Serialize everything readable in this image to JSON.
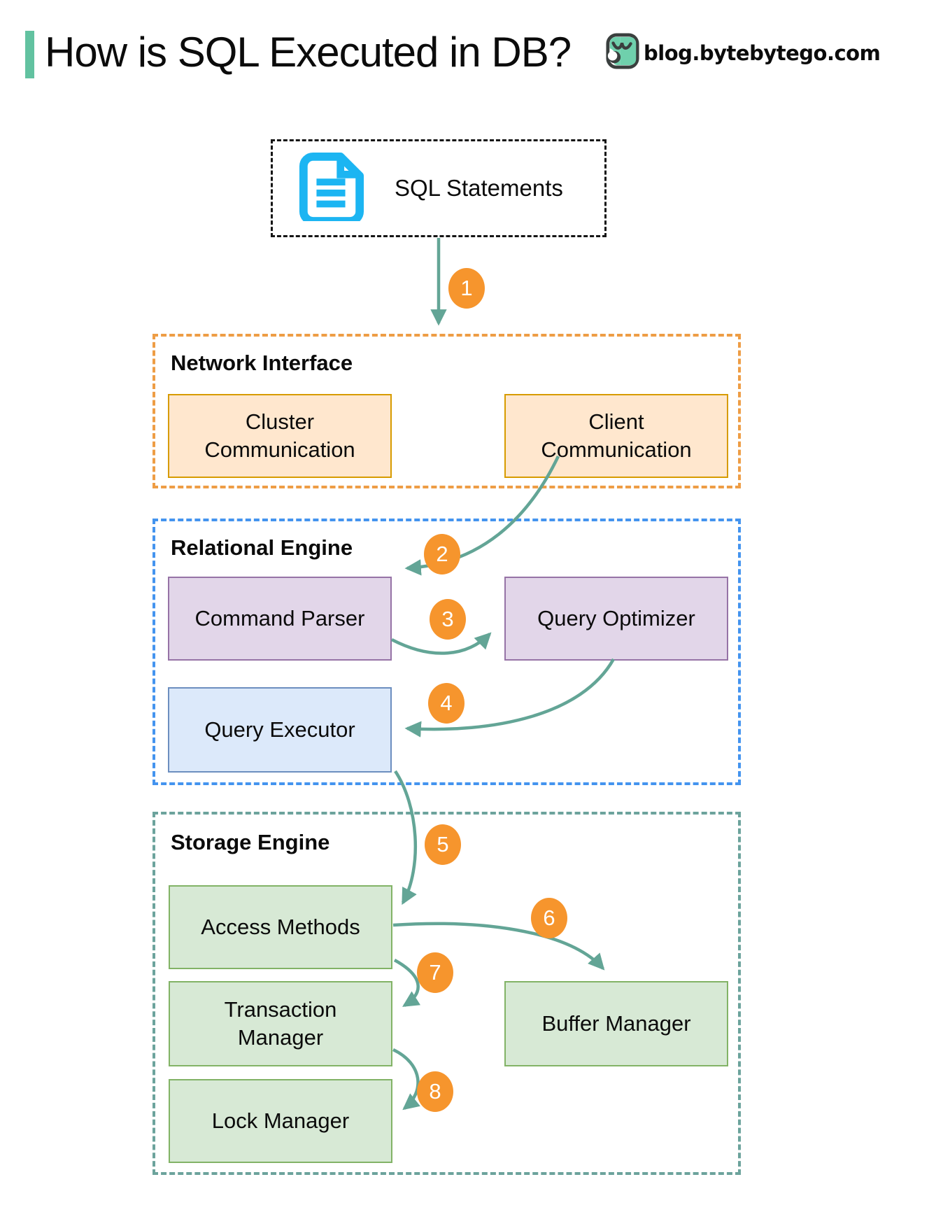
{
  "header": {
    "title": "How is SQL Executed in DB?",
    "site": "blog.bytebytego.com"
  },
  "sql_box": {
    "label": "SQL Statements"
  },
  "sections": {
    "network": {
      "title": "Network Interface",
      "boxes": {
        "cluster": "Cluster Communication",
        "client": "Client Communication"
      }
    },
    "relational": {
      "title": "Relational Engine",
      "boxes": {
        "parser": "Command Parser",
        "optimizer": "Query Optimizer",
        "executor": "Query Executor"
      }
    },
    "storage": {
      "title": "Storage Engine",
      "boxes": {
        "access": "Access Methods",
        "transaction": "Transaction Manager",
        "lock": "Lock Manager",
        "buffer": "Buffer Manager"
      }
    }
  },
  "steps": [
    "1",
    "2",
    "3",
    "4",
    "5",
    "6",
    "7",
    "8"
  ],
  "colors": {
    "accent_teal": "#62C2A0",
    "arrow_teal": "#63A596",
    "badge_orange": "#F6952D",
    "network_dash": "#EE9D45",
    "relational_dash": "#4494EF",
    "storage_dash": "#6CA39C",
    "orange_node_fill": "#FFE7CE",
    "orange_node_border": "#D79B00",
    "purple_node_fill": "#E2D6E9",
    "purple_node_border": "#9673A6",
    "blue_node_fill": "#DCE9FA",
    "blue_node_border": "#6C8EBF",
    "green_node_fill": "#D7E9D5",
    "green_node_border": "#82B366",
    "document_icon": "#1CB5F2"
  }
}
